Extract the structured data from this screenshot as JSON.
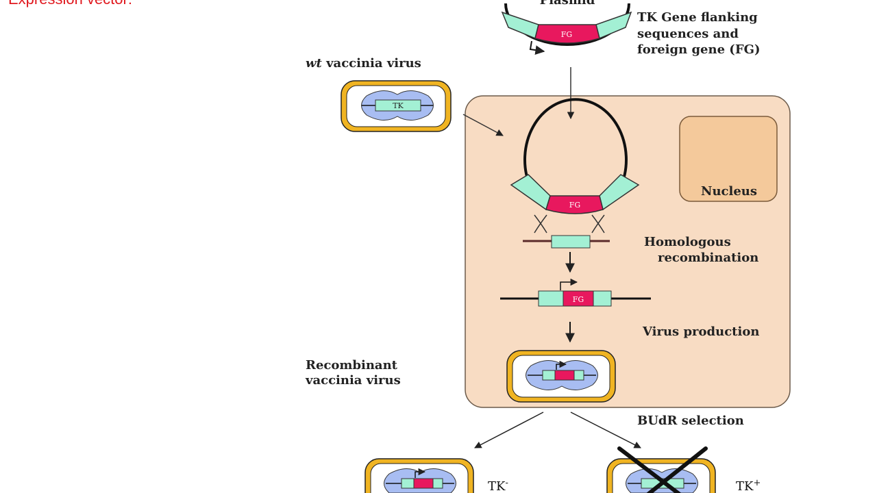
{
  "slide": {
    "heading": "Expression vector:"
  },
  "colors": {
    "heading_red": "#e0181e",
    "cell_fill": "#f8dcc3",
    "nucleus_fill": "#f4c99b",
    "tk_gene": "#a3f0d4",
    "foreign_gene": "#e8185e",
    "virus_core": "#a8bdf2",
    "virus_coat": "#f0b422"
  },
  "diagram": {
    "plasmid_label": "Plasmid",
    "fg_label": "FG",
    "tk_label": "TK",
    "flanking_label_line1": "TK Gene flanking",
    "flanking_label_line2": "sequences and",
    "flanking_label_line3": "foreign gene (FG)",
    "wt_italic": "wt",
    "wt_rest": " vaccinia virus",
    "nucleus_label": "Nucleus",
    "homologous_line1": "Homologous",
    "homologous_line2": "recombination",
    "virus_production": "Virus production",
    "recombinant_line1": "Recombinant",
    "recombinant_line2": "vaccinia virus",
    "budr_selection": "BUdR selection",
    "tk_minus_base": "TK",
    "tk_minus_sup": "-",
    "tk_plus_base": "TK",
    "tk_plus_sup": "+"
  }
}
